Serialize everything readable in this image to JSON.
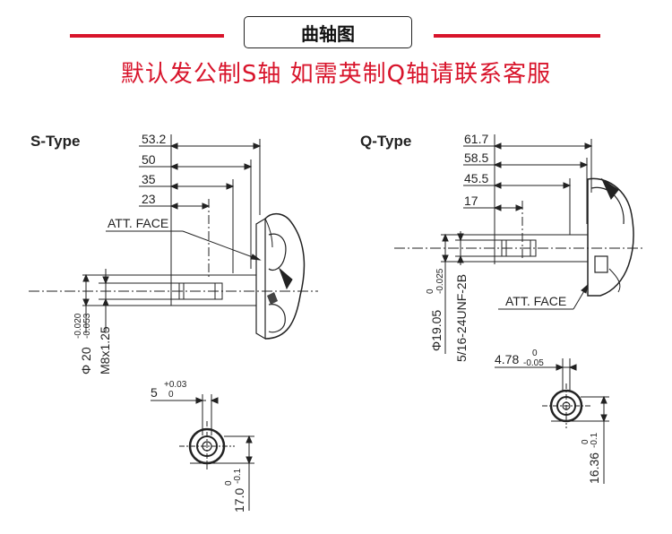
{
  "header": {
    "title": "曲轴图",
    "subtitle": "默认发公制S轴  如需英制Q轴请联系客服"
  },
  "colors": {
    "accent": "#d8142b",
    "ink": "#222222"
  },
  "s_type": {
    "label": "S-Type",
    "dims": [
      "53.2",
      "50",
      "35",
      "23"
    ],
    "att_face": "ATT. FACE",
    "diameter": "Φ 20",
    "diameter_tol_upper": "-0.020",
    "diameter_tol_lower": "-0.053",
    "thread": "M8x1.25",
    "key_width": "5",
    "key_width_tol_upper": "+0.03",
    "key_width_tol_lower": "0",
    "key_height": "17.0",
    "key_height_tol_upper": "0",
    "key_height_tol_lower": "-0.1"
  },
  "q_type": {
    "label": "Q-Type",
    "dims": [
      "61.7",
      "58.5",
      "45.5",
      "17"
    ],
    "att_face": "ATT. FACE",
    "diameter": "Φ19.05",
    "diameter_tol_upper": "0",
    "diameter_tol_lower": "-0.025",
    "thread": "5/16-24UNF-2B",
    "key_width": "4.78",
    "key_width_tol_upper": "0",
    "key_width_tol_lower": "-0.05",
    "key_height": "16.36",
    "key_height_tol_upper": "0",
    "key_height_tol_lower": "-0.1"
  }
}
